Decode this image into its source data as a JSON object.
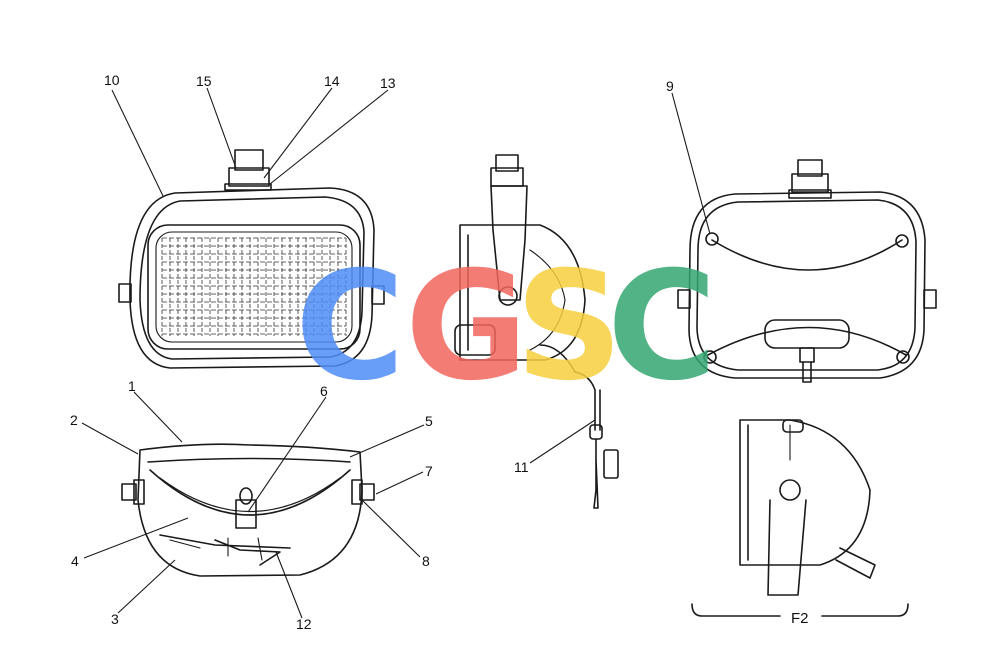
{
  "figure_label": "F2",
  "callouts": {
    "c1": "1",
    "c2": "2",
    "c3": "3",
    "c4": "4",
    "c5": "5",
    "c6": "6",
    "c7": "7",
    "c8": "8",
    "c9": "9",
    "c10": "10",
    "c11": "11",
    "c12": "12",
    "c13": "13",
    "c14": "14",
    "c15": "15"
  },
  "watermark": {
    "letters": [
      "C",
      "G",
      "S",
      "C"
    ],
    "colors": [
      "#4f8ef7",
      "#f2665c",
      "#f7cf3e",
      "#34a872"
    ]
  }
}
